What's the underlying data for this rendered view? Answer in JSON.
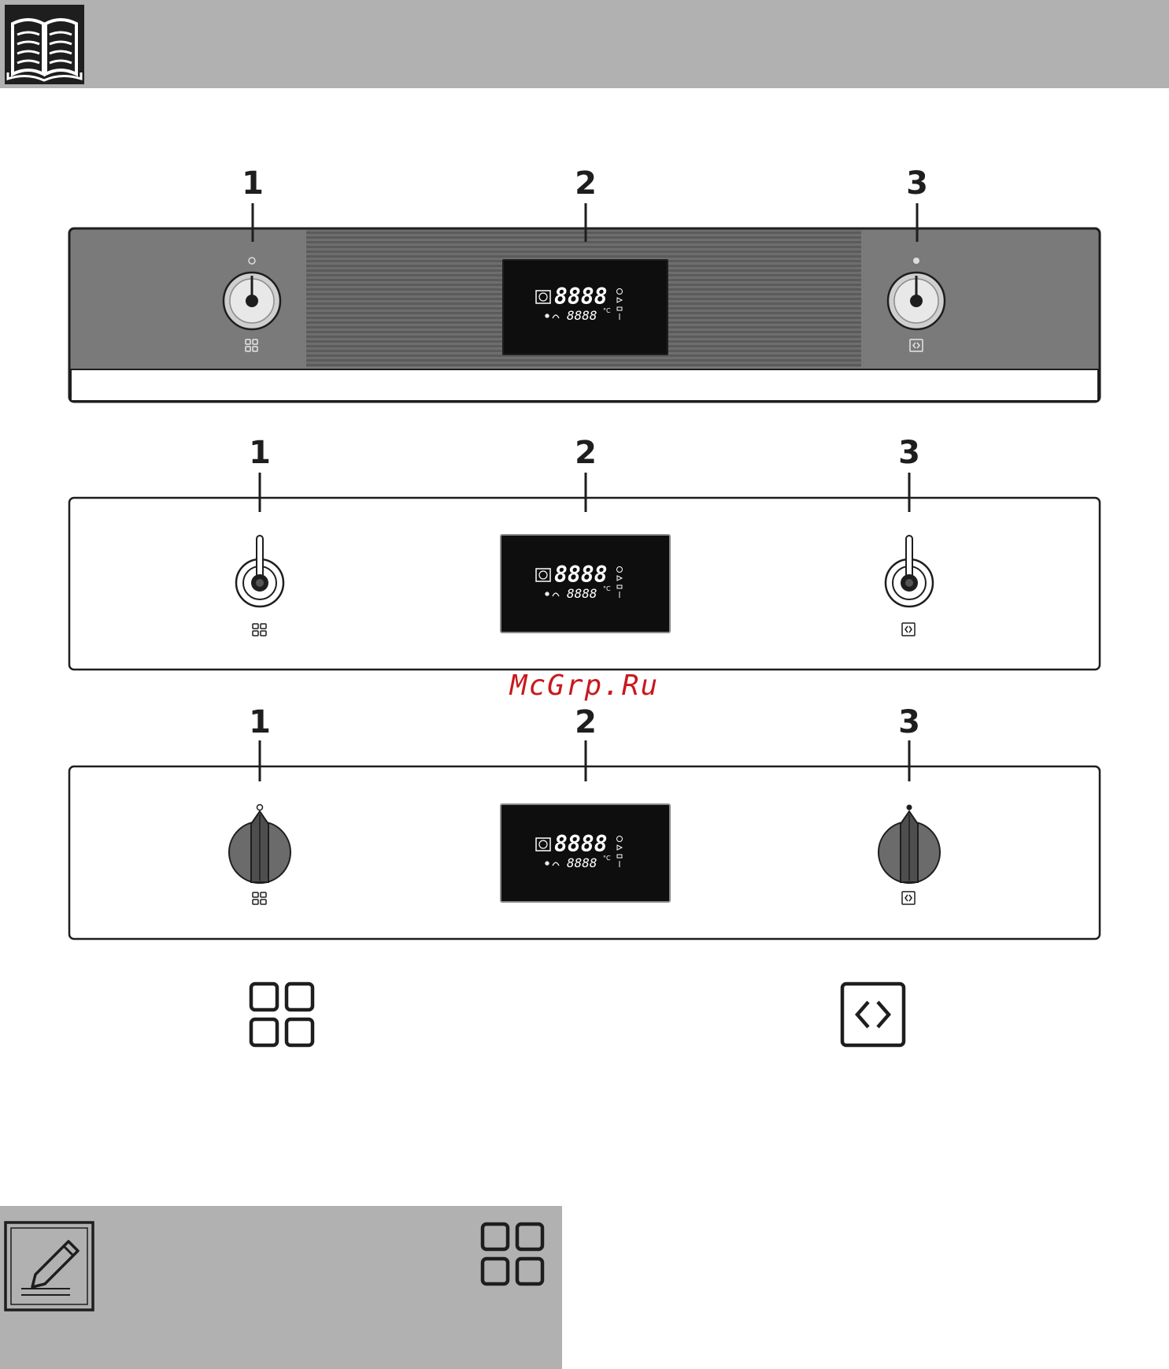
{
  "header": {
    "icon": "open-book-icon",
    "background": "#b1b1b1"
  },
  "watermark": "McGrp.Ru",
  "callouts": {
    "one": "1",
    "two": "2",
    "three": "3"
  },
  "display": {
    "digits_top": "8888",
    "digits_bottom": "8888",
    "unit": "°C"
  },
  "legend_icons": {
    "left": "menu-grid-icon",
    "right": "code-arrows-icon"
  },
  "note": {
    "icon": "pencil-note-icon",
    "symbol": "menu-grid-icon"
  }
}
